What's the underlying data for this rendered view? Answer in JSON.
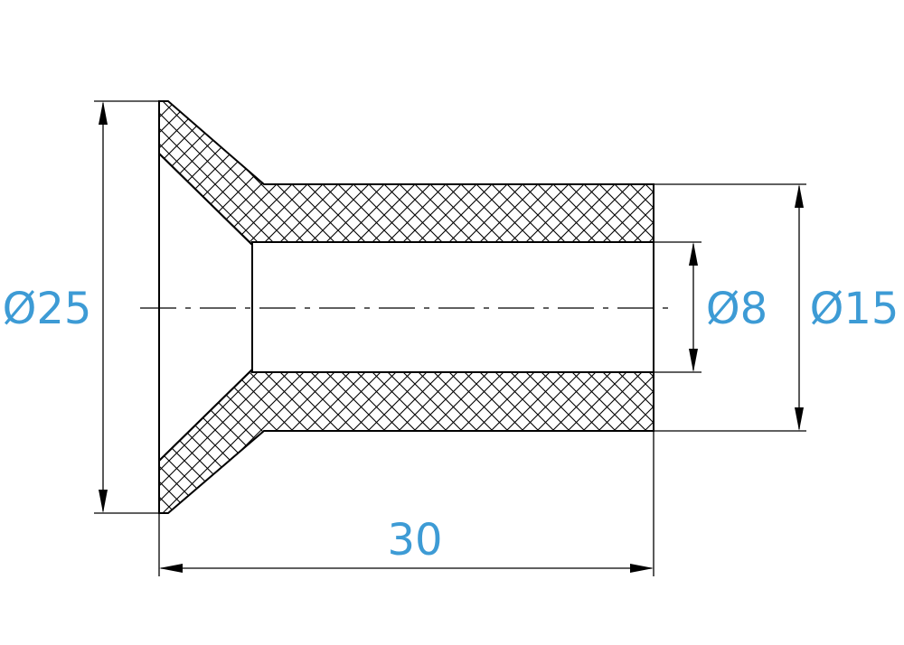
{
  "drawing": {
    "dimensions": {
      "outer_flange_diameter": "Ø25",
      "bore_diameter": "Ø8",
      "body_diameter": "Ø15",
      "overall_length": "30"
    },
    "colors": {
      "dimension_text": "#3d9bd5",
      "lines": "#000000",
      "background": "#ffffff"
    }
  }
}
